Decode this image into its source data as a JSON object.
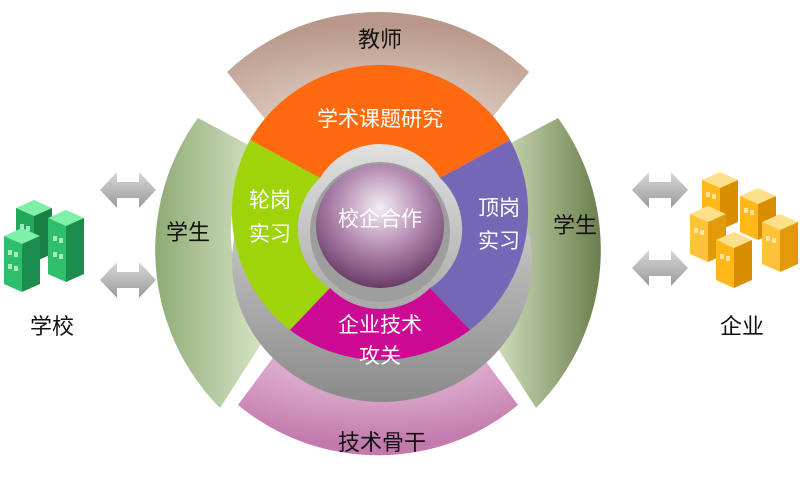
{
  "labels": {
    "top": "教师",
    "bottom": "技术骨干",
    "left_side": "学生",
    "right_side": "学生",
    "school": "学校",
    "enterprise": "企业",
    "center": "校企合作",
    "seg_top": "学术课题研究",
    "seg_left_1": "轮岗",
    "seg_left_2": "实习",
    "seg_right_1": "顶岗",
    "seg_right_2": "实习",
    "seg_bottom_1": "企业技术",
    "seg_bottom_2": "攻关"
  },
  "colors": {
    "top_band": "#c9ad9a",
    "bottom_band": "#d592c4",
    "left_band": "#a9c48e",
    "right_band": "#8ea36e",
    "seg_top": "#ff6a10",
    "seg_left": "#9fd40a",
    "seg_right": "#7468b6",
    "seg_bottom": "#cc0a93",
    "center": "#7a4a78",
    "school_building": "#2fbf6a",
    "enterprise_building": "#ffb818",
    "arrow": "#a9a9a9"
  }
}
